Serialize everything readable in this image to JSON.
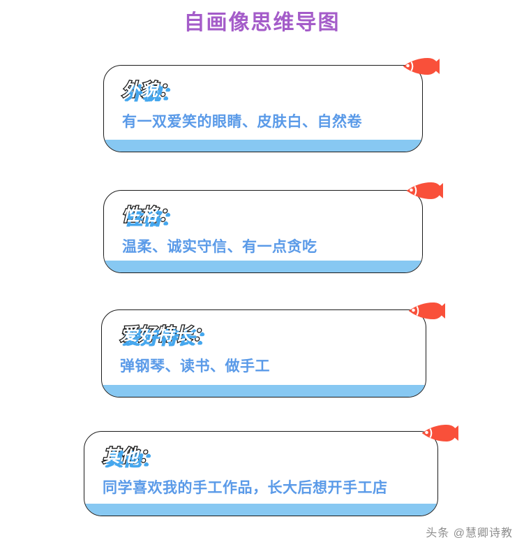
{
  "page": {
    "title": "自画像思维导图",
    "title_color": "#a45cc9",
    "background": "#ffffff",
    "watermark": "头条 @慧卿诗教"
  },
  "theme": {
    "card_border": "#1a1a1a",
    "card_fill": "#ffffff",
    "bottom_bar": "#87c8f2",
    "body_text": "#5a9ae8",
    "heading_shadow": "#45a7ee",
    "heading_fill": "#ffffff",
    "heading_outline": "#171717",
    "fish": "#f9503a"
  },
  "cards": [
    {
      "heading": "外貌：",
      "body": "有一双爱笑的眼睛、皮肤白、自然卷",
      "marker": "fish-icon"
    },
    {
      "heading": "性格：",
      "body": "温柔、诚实守信、有一点贪吃",
      "marker": "fish-icon"
    },
    {
      "heading": "爱好特长：",
      "body": "弹钢琴、读书、做手工",
      "marker": "fish-icon"
    },
    {
      "heading": "其他：",
      "body": "同学喜欢我的手工作品，长大后想开手工店",
      "marker": "fish-icon"
    }
  ]
}
